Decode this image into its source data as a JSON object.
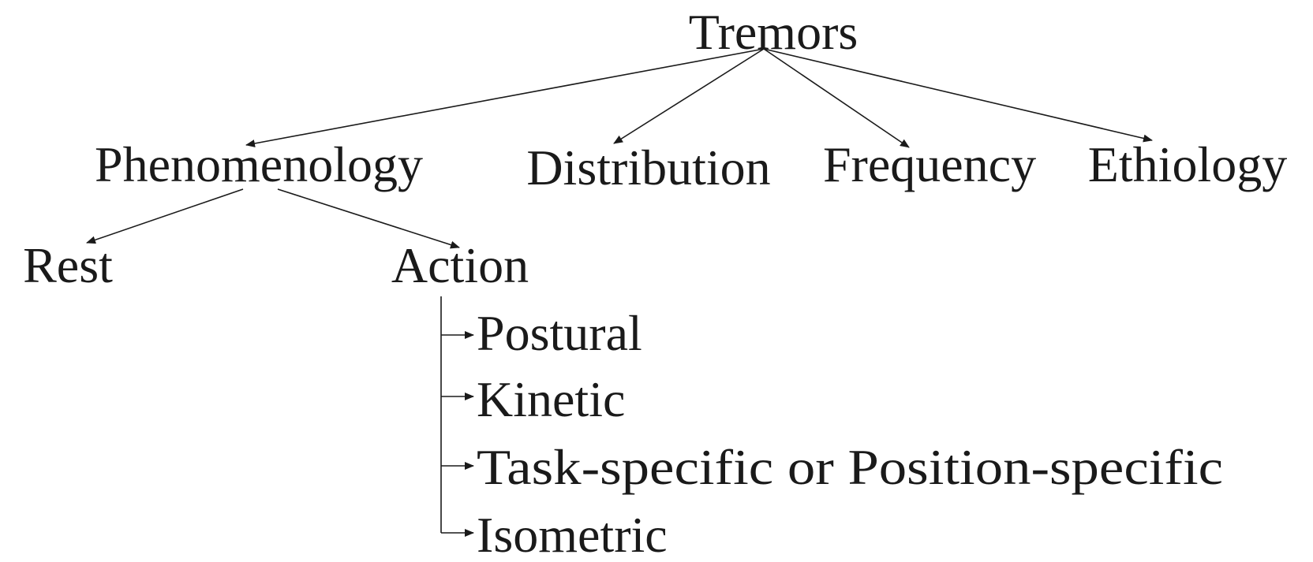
{
  "diagram": {
    "root": "Tremors",
    "categories": {
      "phenomenology": "Phenomenology",
      "distribution": "Distribution",
      "frequency": "Frequency",
      "ethiology": "Ethiology"
    },
    "phenomenology_types": {
      "rest": "Rest",
      "action": "Action"
    },
    "action_subtypes": [
      "Postural",
      "Kinetic",
      "Task-specific or Position-specific",
      "Isometric"
    ]
  }
}
